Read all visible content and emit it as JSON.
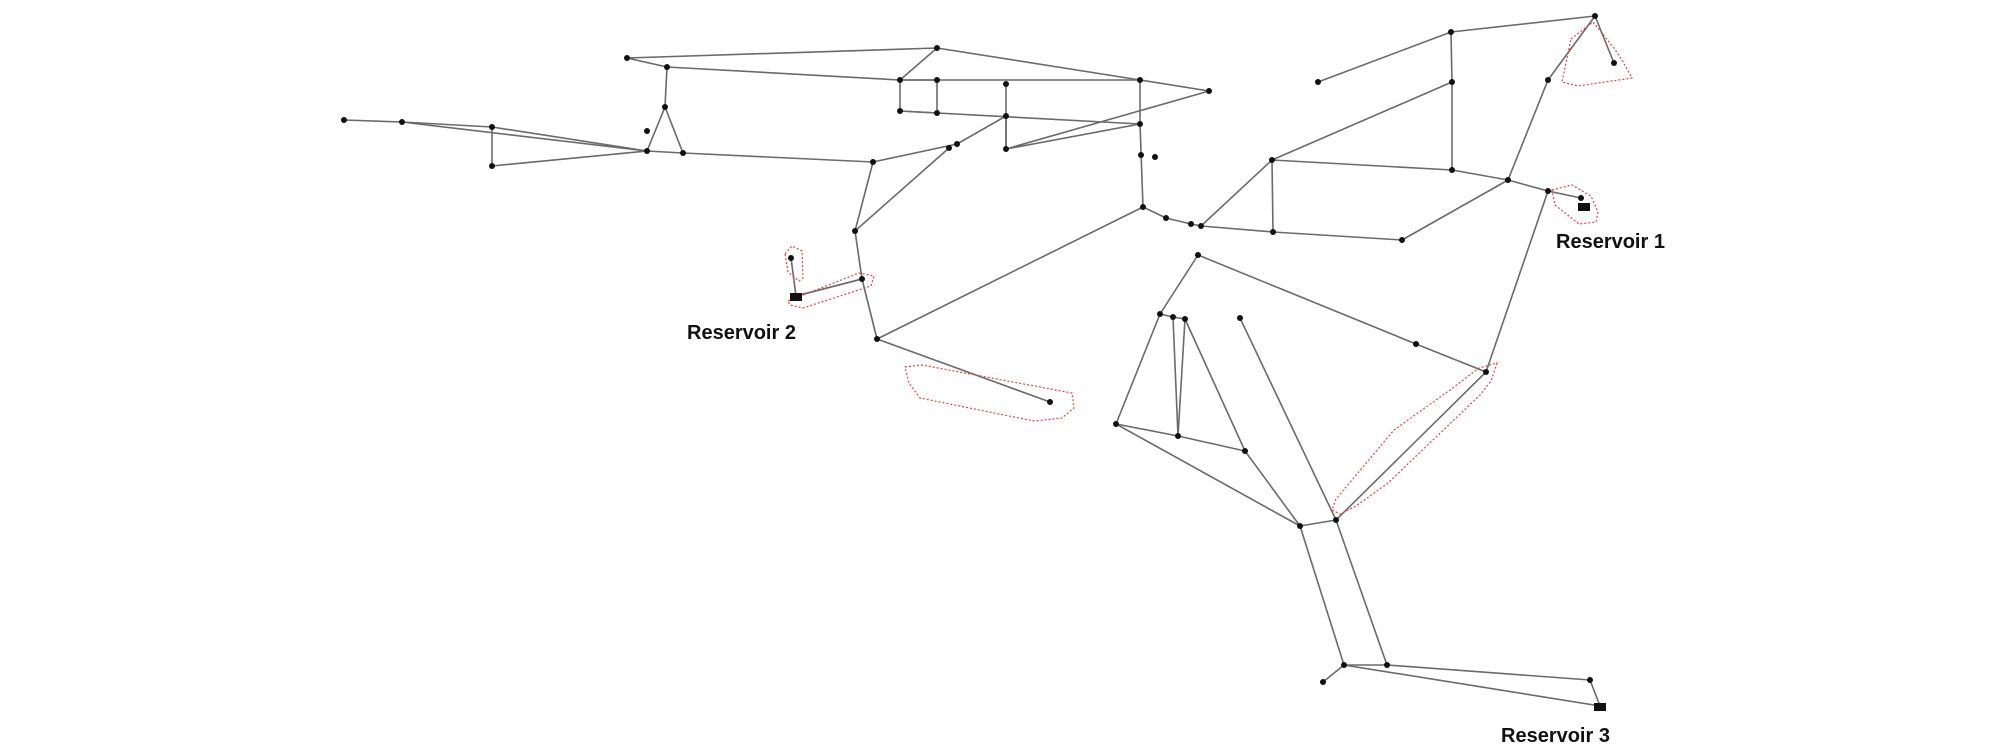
{
  "reservoirs": {
    "r1": {
      "label": "Reservoir 1"
    },
    "r2": {
      "label": "Reservoir 2"
    },
    "r3": {
      "label": "Reservoir 3"
    }
  },
  "colors": {
    "pipe": "#6a6a6a",
    "node": "#111111",
    "highlight": "#e8403a"
  }
}
